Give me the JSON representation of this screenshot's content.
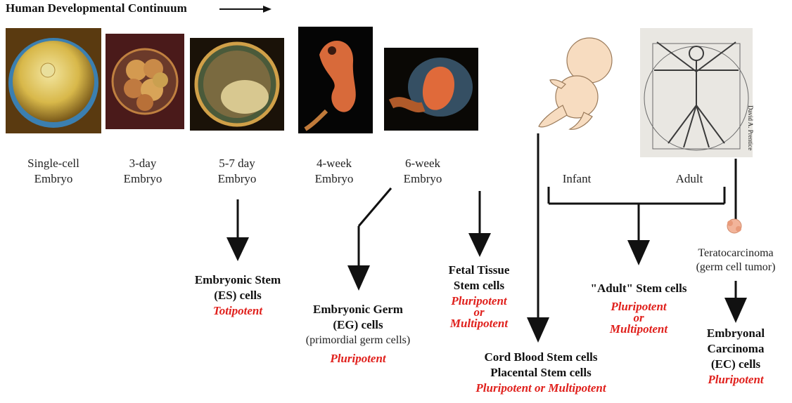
{
  "title": "Human Developmental Continuum",
  "stages": [
    {
      "line1": "Single-cell",
      "line2": "Embryo"
    },
    {
      "line1": "3-day",
      "line2": "Embryo"
    },
    {
      "line1": "5-7 day",
      "line2": "Embryo"
    },
    {
      "line1": "4-week",
      "line2": "Embryo"
    },
    {
      "line1": "6-week",
      "line2": "Embryo"
    }
  ],
  "infant_label": "Infant",
  "adult_label": "Adult",
  "credit": "David A. Prentice",
  "teratocarcinoma": {
    "line1": "Teratocarcinoma",
    "line2": "(germ cell tumor)"
  },
  "outcomes": {
    "es": {
      "line1": "Embryonic Stem",
      "line2": "(ES) cells",
      "potency": "Totipotent"
    },
    "eg": {
      "line1": "Embryonic Germ",
      "line2": "(EG) cells",
      "note": "(primordial germ cells)",
      "potency": "Pluripotent"
    },
    "fetal": {
      "line1": "Fetal Tissue",
      "line2": "Stem cells",
      "potency1": "Pluripotent",
      "potency2": "or",
      "potency3": "Multipotent"
    },
    "cord": {
      "line1": "Cord Blood Stem cells",
      "line2": "Placental Stem cells",
      "potency": "Pluripotent or Multipotent"
    },
    "adult": {
      "line1": "\"Adult\" Stem cells",
      "potency1": "Pluripotent",
      "potency2": "or",
      "potency3": "Multipotent"
    },
    "ec": {
      "line1": "Embryonal",
      "line2": "Carcinoma",
      "line3": "(EC) cells",
      "potency": "Pluripotent"
    }
  },
  "colors": {
    "potency": "#e0201c",
    "text": "#111111"
  }
}
